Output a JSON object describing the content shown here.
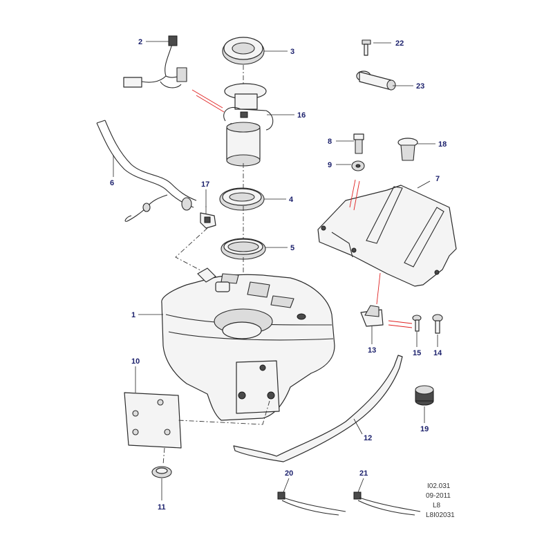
{
  "callouts": {
    "c1": "1",
    "c2": "2",
    "c3": "3",
    "c4": "4",
    "c5": "5",
    "c6": "6",
    "c7": "7",
    "c8": "8",
    "c9": "9",
    "c10": "10",
    "c11": "11",
    "c12": "12",
    "c13": "13",
    "c14": "14",
    "c15": "15",
    "c16": "16",
    "c17": "17",
    "c18": "18",
    "c19": "19",
    "c20": "20",
    "c21": "21",
    "c22": "22",
    "c23": "23"
  },
  "reference": {
    "code": "I02.031",
    "date": "09-2011",
    "model": "L8",
    "image_id": "L8I02031"
  },
  "colors": {
    "label": "#1a1f6b",
    "line": "#2a2a2a",
    "indicator_arrow": "#e02020"
  }
}
